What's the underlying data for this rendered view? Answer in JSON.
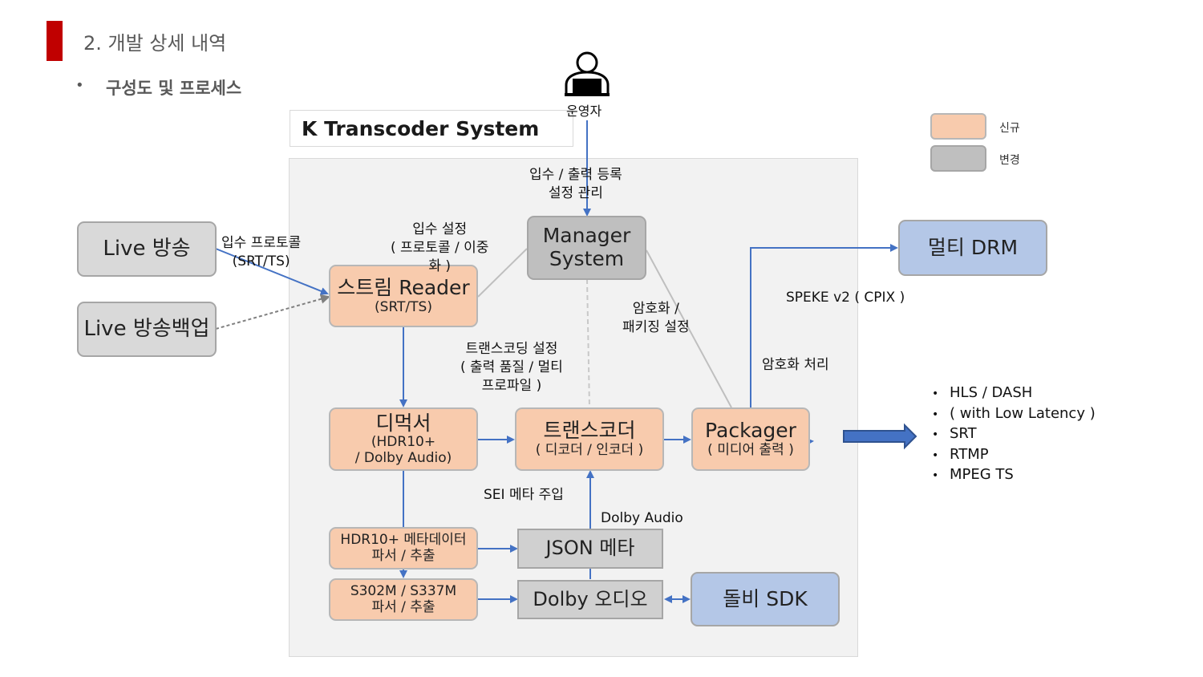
{
  "header": {
    "title": "2. 개발 상세 내역",
    "bullet": "•",
    "subtitle": "구성도 및 프로세스"
  },
  "system": {
    "title": "K Transcoder System"
  },
  "operator": {
    "label": "운영자",
    "icon": "operator-person-icon"
  },
  "legend": [
    {
      "label": "신규",
      "color": "#f8cbad"
    },
    {
      "label": "변경",
      "color": "#bfbfbf"
    }
  ],
  "boxes": {
    "live": "Live 방송",
    "live_backup": "Live 방송백업",
    "manager_line1": "Manager",
    "manager_line2": "System",
    "reader_title": "스트림 Reader",
    "reader_sub": "(SRT/TS)",
    "demuxer_title": "디먹서",
    "demuxer_sub1": "(HDR10+",
    "demuxer_sub2": "/ Dolby Audio)",
    "transcoder_title": "트랜스코더",
    "transcoder_sub": "( 디코더 / 인코더 )",
    "packager_title": "Packager",
    "packager_sub": "( 미디어 출력 )",
    "hdr_parser_line1": "HDR10+ 메타데이터",
    "hdr_parser_line2": "파서 / 추출",
    "s302_line1": "S302M / S337M",
    "s302_line2": "파서 / 추출",
    "json_meta": "JSON 메타",
    "dolby_audio": "Dolby 오디오",
    "dolby_sdk": "돌비 SDK",
    "multi_drm": "멀티 DRM"
  },
  "labels": {
    "ingest_register_1": "입수 / 출력 등록",
    "ingest_register_2": "설정 관리",
    "ingest_protocol_1": "입수 프로토콜",
    "ingest_protocol_2": "(SRT/TS)",
    "ingest_setting_1": "입수 설정",
    "ingest_setting_2": "( 프로토콜 / 이중",
    "ingest_setting_3": "화 )",
    "transcoding_setting_1": "트랜스코딩 설정",
    "transcoding_setting_2": "( 출력 품질 / 멀티",
    "transcoding_setting_3": "프로파일 )",
    "encryption_1": "암호화 /",
    "encryption_2": "패키징 설정",
    "speke": "SPEKE v2 ( CPIX )",
    "encryption_process": "암호화 처리",
    "sei_inject": "SEI 메타 주입",
    "dolby_audio_label": "Dolby Audio"
  },
  "outputs": {
    "bullet": "•",
    "items": [
      "HLS / DASH",
      "( with Low Latency )",
      "SRT",
      "RTMP",
      "MPEG TS"
    ]
  },
  "colors": {
    "new": "#f8cbad",
    "changed": "#bfbfbf",
    "drm": "#b4c7e7",
    "arrow": "#4472c4",
    "accent": "#c00000"
  }
}
